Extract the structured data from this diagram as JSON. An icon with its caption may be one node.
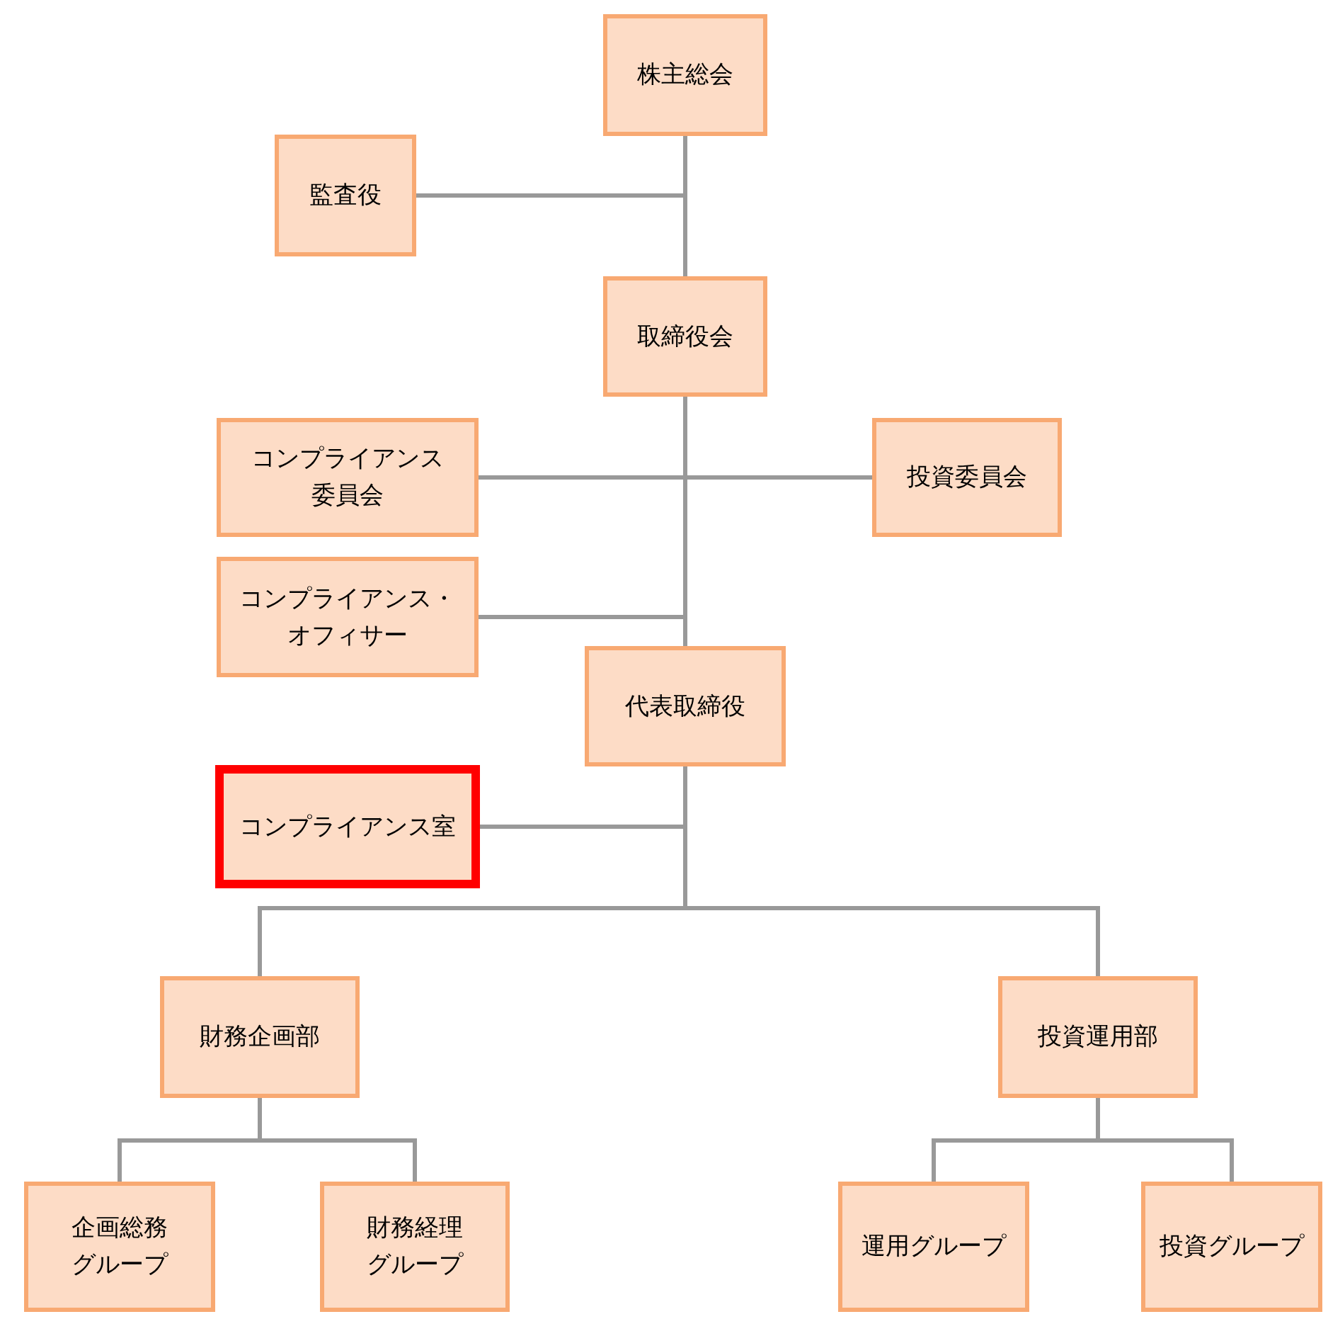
{
  "diagram": {
    "nodes": [
      {
        "text": [
          "株主総会"
        ]
      },
      {
        "text": [
          "監査役"
        ]
      },
      {
        "text": [
          "取締役会"
        ]
      },
      {
        "text": [
          "コンプライアンス委員会"
        ]
      },
      {
        "text": [
          "投資委員会"
        ]
      },
      {
        "text": [
          "コンプライアンス・オフィサー"
        ]
      },
      {
        "text": [
          "代表取締役"
        ]
      },
      {
        "text": [
          "コンプライアンス室"
        ]
      },
      {
        "text": [
          "財務企画部"
        ]
      },
      {
        "text": [
          "投資運用部"
        ]
      },
      {
        "text": [
          "企画総務グループ"
        ]
      },
      {
        "text": [
          "財務経理グループ"
        ]
      },
      {
        "text": [
          "運用グループ"
        ]
      },
      {
        "text": [
          "投資グループ"
        ]
      }
    ],
    "edges": [
      {
        "from": 0,
        "to": 1,
        "arrow": "none"
      },
      {
        "from": 0,
        "to": 2,
        "arrow": "none"
      },
      {
        "from": 2,
        "to": 3,
        "arrow": "none"
      },
      {
        "from": 2,
        "to": 4,
        "arrow": "none"
      },
      {
        "from": 2,
        "to": 5,
        "arrow": "none"
      },
      {
        "from": 2,
        "to": 6,
        "arrow": "none"
      },
      {
        "from": 6,
        "to": 7,
        "arrow": "none"
      },
      {
        "from": 6,
        "to": 8,
        "arrow": "none"
      },
      {
        "from": 6,
        "to": 9,
        "arrow": "none"
      },
      {
        "from": 8,
        "to": 10,
        "arrow": "none"
      },
      {
        "from": 8,
        "to": 11,
        "arrow": "none"
      },
      {
        "from": 9,
        "to": 12,
        "arrow": "none"
      },
      {
        "from": 9,
        "to": 13,
        "arrow": "none"
      }
    ]
  }
}
